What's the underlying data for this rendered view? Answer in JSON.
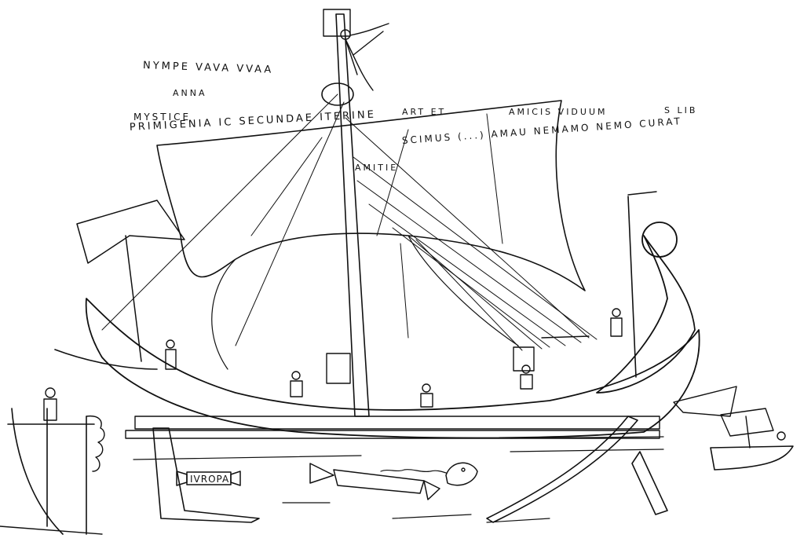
{
  "inscriptions": {
    "line1": "NYMPE VAVA VVAA",
    "line2": "ANNA",
    "line3a": "MYSTICE",
    "line3b": "ART ET",
    "line3c": "AMICIS VIDUUM",
    "line3d": "S LIB",
    "line4": "PRIMIGENIA IC SECUNDAE ITERINE",
    "line5": "SCIMUS (...) AMAU NEMAMO NEMO CURAT",
    "line6": "AMITIE",
    "ship_name": "IVROPA"
  },
  "figure": {
    "ink_color": "#111111",
    "background": "#ffffff"
  }
}
